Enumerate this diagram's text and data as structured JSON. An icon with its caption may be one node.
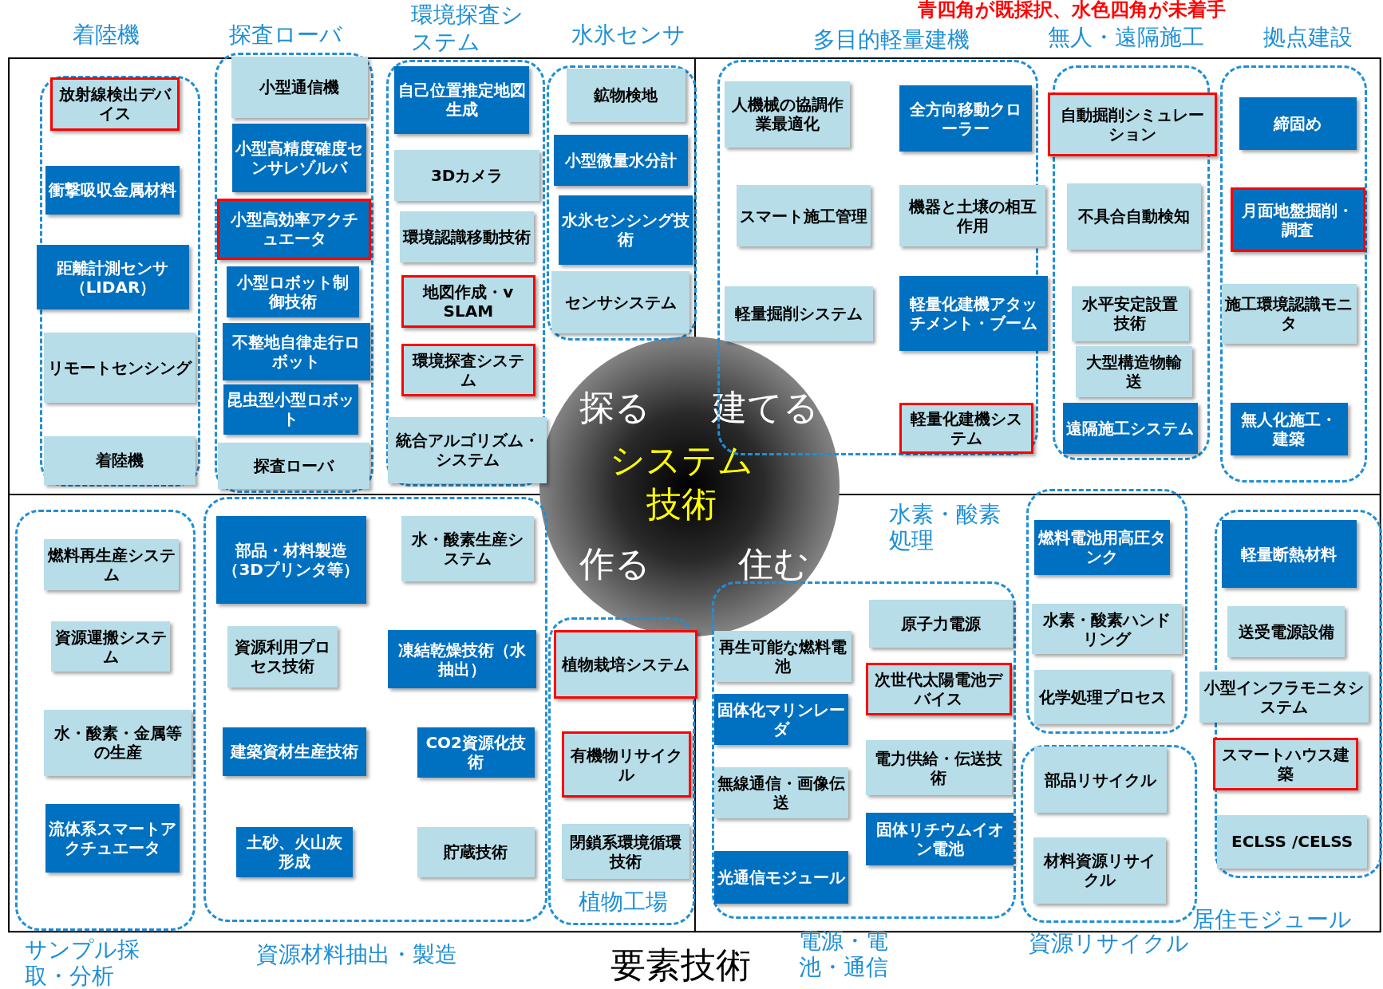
{
  "diagram": {
    "nodes": [
      {
        "text": [
          "着陸機"
        ]
      },
      {
        "text": [
          "放射線検出デバイス"
        ],
        "in": 0
      },
      {
        "text": [
          "衝撃吸収金属材料"
        ],
        "in": 0
      },
      {
        "text": [
          "距離計測センサ（LIDAR）"
        ],
        "in": 0
      },
      {
        "text": [
          "リモートセンシング"
        ],
        "in": 0
      },
      {
        "text": [
          "着陸機"
        ],
        "in": 0
      },
      {
        "text": [
          "探査ローバ"
        ]
      },
      {
        "text": [
          "小型通信機"
        ],
        "in": 6
      },
      {
        "text": [
          "小型高精度確度センサレゾルバ"
        ],
        "in": 6
      },
      {
        "text": [
          "小型高効率アクチュエータ"
        ],
        "in": 6
      },
      {
        "text": [
          "小型ロボット制御技術"
        ],
        "in": 6
      },
      {
        "text": [
          "不整地自律走行ロボット"
        ],
        "in": 6
      },
      {
        "text": [
          "昆虫型小型ロボット"
        ],
        "in": 6
      },
      {
        "text": [
          "探査ローバ"
        ],
        "in": 6
      },
      {
        "text": [
          "環境探査システム"
        ]
      },
      {
        "text": [
          "自己位置推定地図生成"
        ],
        "in": 14
      },
      {
        "text": [
          "3Dカメラ"
        ],
        "in": 14
      },
      {
        "text": [
          "環境認識移動技術"
        ],
        "in": 14
      },
      {
        "text": [
          "地図作成・v SLAM"
        ],
        "in": 14
      },
      {
        "text": [
          "環境探査システム"
        ],
        "in": 14
      },
      {
        "text": [
          "統合アルゴリズム・システム"
        ],
        "in": 14
      },
      {
        "text": [
          "水氷センサ"
        ]
      },
      {
        "text": [
          "鉱物検地"
        ],
        "in": 21
      },
      {
        "text": [
          "小型微量水分計"
        ],
        "in": 21
      },
      {
        "text": [
          "水氷センシング技術"
        ],
        "in": 21
      },
      {
        "text": [
          "センサシステム"
        ],
        "in": 21
      },
      {
        "text": [
          "多目的軽量建機"
        ]
      },
      {
        "text": [
          "人機械の協調作業最適化"
        ],
        "in": 26
      },
      {
        "text": [
          "全方向移動クローラー"
        ],
        "in": 26
      },
      {
        "text": [
          "スマート施工管理"
        ],
        "in": 26
      },
      {
        "text": [
          "機器と土壌の相互作用"
        ],
        "in": 26
      },
      {
        "text": [
          "軽量掘削システム"
        ],
        "in": 26
      },
      {
        "text": [
          "軽量化建機アタッチメント・ブーム"
        ],
        "in": 26
      },
      {
        "text": [
          "軽量化建機システム"
        ],
        "in": 26
      },
      {
        "text": [
          "無人・遠隔施工"
        ]
      },
      {
        "text": [
          "自動掘削シミュレーション"
        ],
        "in": 34
      },
      {
        "text": [
          "不具合自動検知"
        ],
        "in": 34
      },
      {
        "text": [
          "水平安定設置技術"
        ],
        "in": 34
      },
      {
        "text": [
          "大型構造物輸送"
        ],
        "in": 34
      },
      {
        "text": [
          "遠隔施工システム"
        ],
        "in": 34
      },
      {
        "text": [
          "拠点建設"
        ]
      },
      {
        "text": [
          "締固め"
        ],
        "in": 40
      },
      {
        "text": [
          "月面地盤掘削・調査"
        ],
        "in": 40
      },
      {
        "text": [
          "施工環境認識モニタ"
        ],
        "in": 40
      },
      {
        "text": [
          "無人化施工・建築"
        ],
        "in": 40
      },
      {
        "text": [
          "探る",
          "建てる",
          "システム技術",
          "作る",
          "住む"
        ]
      },
      {
        "text": [
          "サンプル採取・分析"
        ]
      },
      {
        "text": [
          "燃料再生産システム"
        ],
        "in": 46
      },
      {
        "text": [
          "資源運搬システム"
        ],
        "in": 46
      },
      {
        "text": [
          "水・酸素・金属等の生産"
        ],
        "in": 46
      },
      {
        "text": [
          "流体系スマートアクチュエータ"
        ],
        "in": 46
      },
      {
        "text": [
          "資源材料抽出・製造"
        ]
      },
      {
        "text": [
          "部品・材料製造（3Dプリンタ等）"
        ],
        "in": 51
      },
      {
        "text": [
          "水・酸素生産システム"
        ],
        "in": 51
      },
      {
        "text": [
          "資源利用プロセス技術"
        ],
        "in": 51
      },
      {
        "text": [
          "凍結乾燥技術（水抽出）"
        ],
        "in": 51
      },
      {
        "text": [
          "建築資材生産技術"
        ],
        "in": 51
      },
      {
        "text": [
          "CO2資源化技術"
        ],
        "in": 51
      },
      {
        "text": [
          "土砂、火山灰形成"
        ],
        "in": 51
      },
      {
        "text": [
          "貯蔵技術"
        ],
        "in": 51
      },
      {
        "text": [
          "植物工場"
        ]
      },
      {
        "text": [
          "植物栽培システム"
        ],
        "in": 60
      },
      {
        "text": [
          "有機物リサイクル"
        ],
        "in": 60
      },
      {
        "text": [
          "閉鎖系環境循環技術"
        ],
        "in": 60
      },
      {
        "text": [
          "電源・電池・通信"
        ]
      },
      {
        "text": [
          "再生可能な燃料電池"
        ],
        "in": 64
      },
      {
        "text": [
          "原子力電源"
        ],
        "in": 64
      },
      {
        "text": [
          "固体化マリンレーダ"
        ],
        "in": 64
      },
      {
        "text": [
          "次世代太陽電池デバイス"
        ],
        "in": 64
      },
      {
        "text": [
          "無線通信・画像伝送"
        ],
        "in": 64
      },
      {
        "text": [
          "電力供給・伝送技術"
        ],
        "in": 64
      },
      {
        "text": [
          "光通信モジュール"
        ],
        "in": 64
      },
      {
        "text": [
          "固体リチウムイオン電池"
        ],
        "in": 64
      },
      {
        "text": [
          "水素・酸素処理"
        ]
      },
      {
        "text": [
          "燃料電池用高圧タンク"
        ],
        "in": 73
      },
      {
        "text": [
          "水素・酸素ハンドリング"
        ],
        "in": 73
      },
      {
        "text": [
          "化学処理プロセス"
        ],
        "in": 73
      },
      {
        "text": [
          "資源リサイクル"
        ]
      },
      {
        "text": [
          "部品リサイクル"
        ],
        "in": 77
      },
      {
        "text": [
          "材料資源リサイクル"
        ],
        "in": 77
      },
      {
        "text": [
          "居住モジュール"
        ]
      },
      {
        "text": [
          "軽量断熱材料"
        ],
        "in": 80
      },
      {
        "text": [
          "送受電源設備"
        ],
        "in": 80
      },
      {
        "text": [
          "小型インフラモニタシステム"
        ],
        "in": 80
      },
      {
        "text": [
          "スマートハウス建築"
        ],
        "in": 80
      },
      {
        "text": [
          "ECLSS /CELSS"
        ],
        "in": 80
      }
    ],
    "labels": [
      "青四角が既採択、水色四角が未着手",
      "要素技術"
    ]
  }
}
